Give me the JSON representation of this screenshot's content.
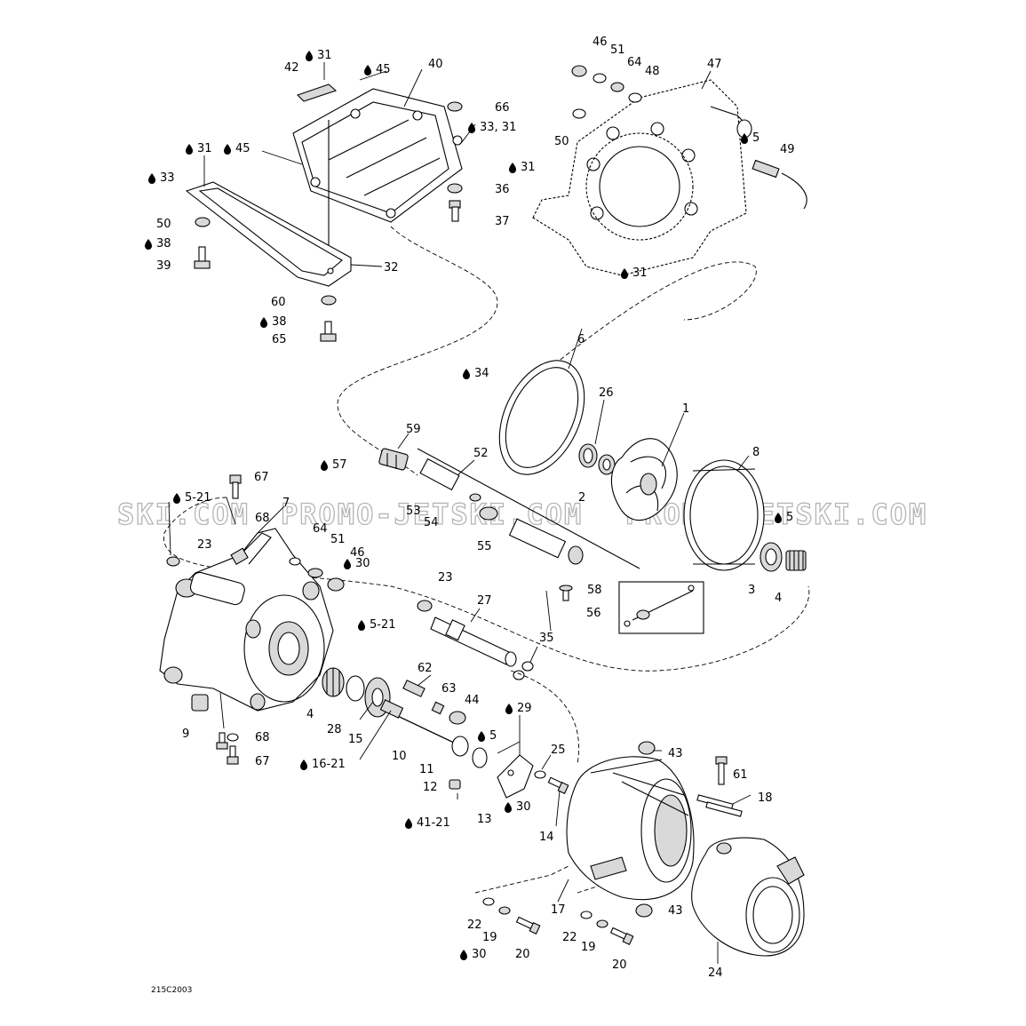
{
  "watermark": {
    "text_left": "SKI.COM",
    "text_main": "PROMO-JETSKI.COM",
    "text_right": "PROMO-JETSKI.COM"
  },
  "drawing_code": "215C2003",
  "colors": {
    "line": "#000000",
    "fill": "#d9d9d9",
    "watermark": "#b5b5b5"
  },
  "callouts": [
    {
      "text": "31",
      "drop": true
    },
    {
      "text": "45",
      "drop": true
    },
    {
      "text": "42",
      "drop": false
    },
    {
      "text": "40",
      "drop": false
    },
    {
      "text": "66",
      "drop": false
    },
    {
      "text": "33, 31",
      "drop": true
    },
    {
      "text": "31",
      "drop": true
    },
    {
      "text": "45",
      "drop": true
    },
    {
      "text": "33",
      "drop": true
    },
    {
      "text": "36",
      "drop": false
    },
    {
      "text": "37",
      "drop": false
    },
    {
      "text": "50",
      "drop": false
    },
    {
      "text": "38",
      "drop": true
    },
    {
      "text": "39",
      "drop": false
    },
    {
      "text": "32",
      "drop": false
    },
    {
      "text": "60",
      "drop": false
    },
    {
      "text": "38",
      "drop": true
    },
    {
      "text": "65",
      "drop": false
    },
    {
      "text": "46",
      "drop": false
    },
    {
      "text": "51",
      "drop": false
    },
    {
      "text": "64",
      "drop": false
    },
    {
      "text": "48",
      "drop": false
    },
    {
      "text": "47",
      "drop": false
    },
    {
      "text": "50",
      "drop": false
    },
    {
      "text": "5",
      "drop": true
    },
    {
      "text": "49",
      "drop": false
    },
    {
      "text": "31",
      "drop": true
    },
    {
      "text": "31",
      "drop": true
    },
    {
      "text": "6",
      "drop": false
    },
    {
      "text": "34",
      "drop": true
    },
    {
      "text": "1",
      "drop": false
    },
    {
      "text": "26",
      "drop": false
    },
    {
      "text": "8",
      "drop": false
    },
    {
      "text": "2",
      "drop": false
    },
    {
      "text": "59",
      "drop": false
    },
    {
      "text": "57",
      "drop": true
    },
    {
      "text": "52",
      "drop": false
    },
    {
      "text": "67",
      "drop": false
    },
    {
      "text": "5-21",
      "drop": true
    },
    {
      "text": "7",
      "drop": false
    },
    {
      "text": "68",
      "drop": false
    },
    {
      "text": "53",
      "drop": false
    },
    {
      "text": "54",
      "drop": false
    },
    {
      "text": "55",
      "drop": false
    },
    {
      "text": "5",
      "drop": true
    },
    {
      "text": "23",
      "drop": false
    },
    {
      "text": "64",
      "drop": false
    },
    {
      "text": "51",
      "drop": false
    },
    {
      "text": "46",
      "drop": false
    },
    {
      "text": "30",
      "drop": true
    },
    {
      "text": "3",
      "drop": false
    },
    {
      "text": "4",
      "drop": false
    },
    {
      "text": "58",
      "drop": false
    },
    {
      "text": "23",
      "drop": false
    },
    {
      "text": "27",
      "drop": false
    },
    {
      "text": "56",
      "drop": false
    },
    {
      "text": "5-21",
      "drop": true
    },
    {
      "text": "35",
      "drop": false
    },
    {
      "text": "62",
      "drop": false
    },
    {
      "text": "63",
      "drop": false
    },
    {
      "text": "44",
      "drop": false
    },
    {
      "text": "29",
      "drop": true
    },
    {
      "text": "4",
      "drop": false
    },
    {
      "text": "28",
      "drop": false
    },
    {
      "text": "15",
      "drop": false
    },
    {
      "text": "9",
      "drop": false
    },
    {
      "text": "68",
      "drop": false
    },
    {
      "text": "67",
      "drop": false
    },
    {
      "text": "5",
      "drop": true
    },
    {
      "text": "25",
      "drop": false
    },
    {
      "text": "43",
      "drop": false
    },
    {
      "text": "61",
      "drop": false
    },
    {
      "text": "16-21",
      "drop": true
    },
    {
      "text": "10",
      "drop": false
    },
    {
      "text": "11",
      "drop": false
    },
    {
      "text": "12",
      "drop": false
    },
    {
      "text": "30",
      "drop": true
    },
    {
      "text": "13",
      "drop": false
    },
    {
      "text": "18",
      "drop": false
    },
    {
      "text": "41-21",
      "drop": true
    },
    {
      "text": "14",
      "drop": false
    },
    {
      "text": "17",
      "drop": false
    },
    {
      "text": "43",
      "drop": false
    },
    {
      "text": "22",
      "drop": false
    },
    {
      "text": "19",
      "drop": false
    },
    {
      "text": "22",
      "drop": false
    },
    {
      "text": "19",
      "drop": false
    },
    {
      "text": "30",
      "drop": true
    },
    {
      "text": "20",
      "drop": false
    },
    {
      "text": "20",
      "drop": false
    },
    {
      "text": "24",
      "drop": false
    }
  ]
}
